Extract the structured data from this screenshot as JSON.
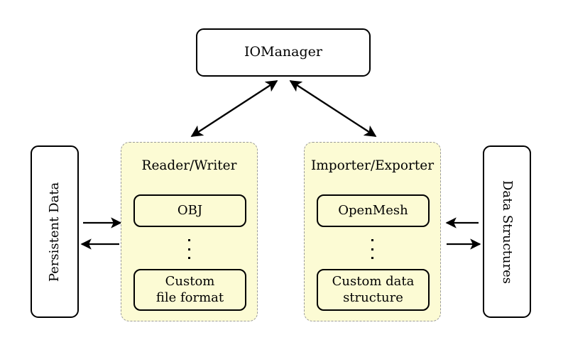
{
  "diagram": {
    "manager": {
      "label": "IOManager"
    },
    "left_source": {
      "label": "Persistent Data"
    },
    "right_source": {
      "label": "Data Structures"
    },
    "panels": [
      {
        "title": "Reader/Writer",
        "items": [
          {
            "line1": "OBJ",
            "line2": ""
          },
          {
            "line1": "Custom",
            "line2": "file format"
          }
        ],
        "ellipsis": "⋮"
      },
      {
        "title": "Importer/Exporter",
        "items": [
          {
            "line1": "OpenMesh",
            "line2": ""
          },
          {
            "line1": "Custom data",
            "line2": "structure"
          }
        ],
        "ellipsis": "⋮"
      }
    ],
    "connectors": [
      {
        "name": "manager-to-reader-writer",
        "kind": "double-headed-diagonal"
      },
      {
        "name": "manager-to-importer-exporter",
        "kind": "double-headed-diagonal"
      },
      {
        "name": "persistent-data-to-reader-writer",
        "kind": "arrow-right"
      },
      {
        "name": "reader-writer-to-persistent-data",
        "kind": "arrow-left"
      },
      {
        "name": "importer-exporter-to-data-structures",
        "kind": "arrow-left"
      },
      {
        "name": "data-structures-to-importer-exporter",
        "kind": "arrow-right"
      }
    ],
    "colors": {
      "panel_fill": "#fcfbd4",
      "panel_border": "#9b9b9b",
      "node_border": "#000000",
      "background": "#ffffff"
    }
  }
}
